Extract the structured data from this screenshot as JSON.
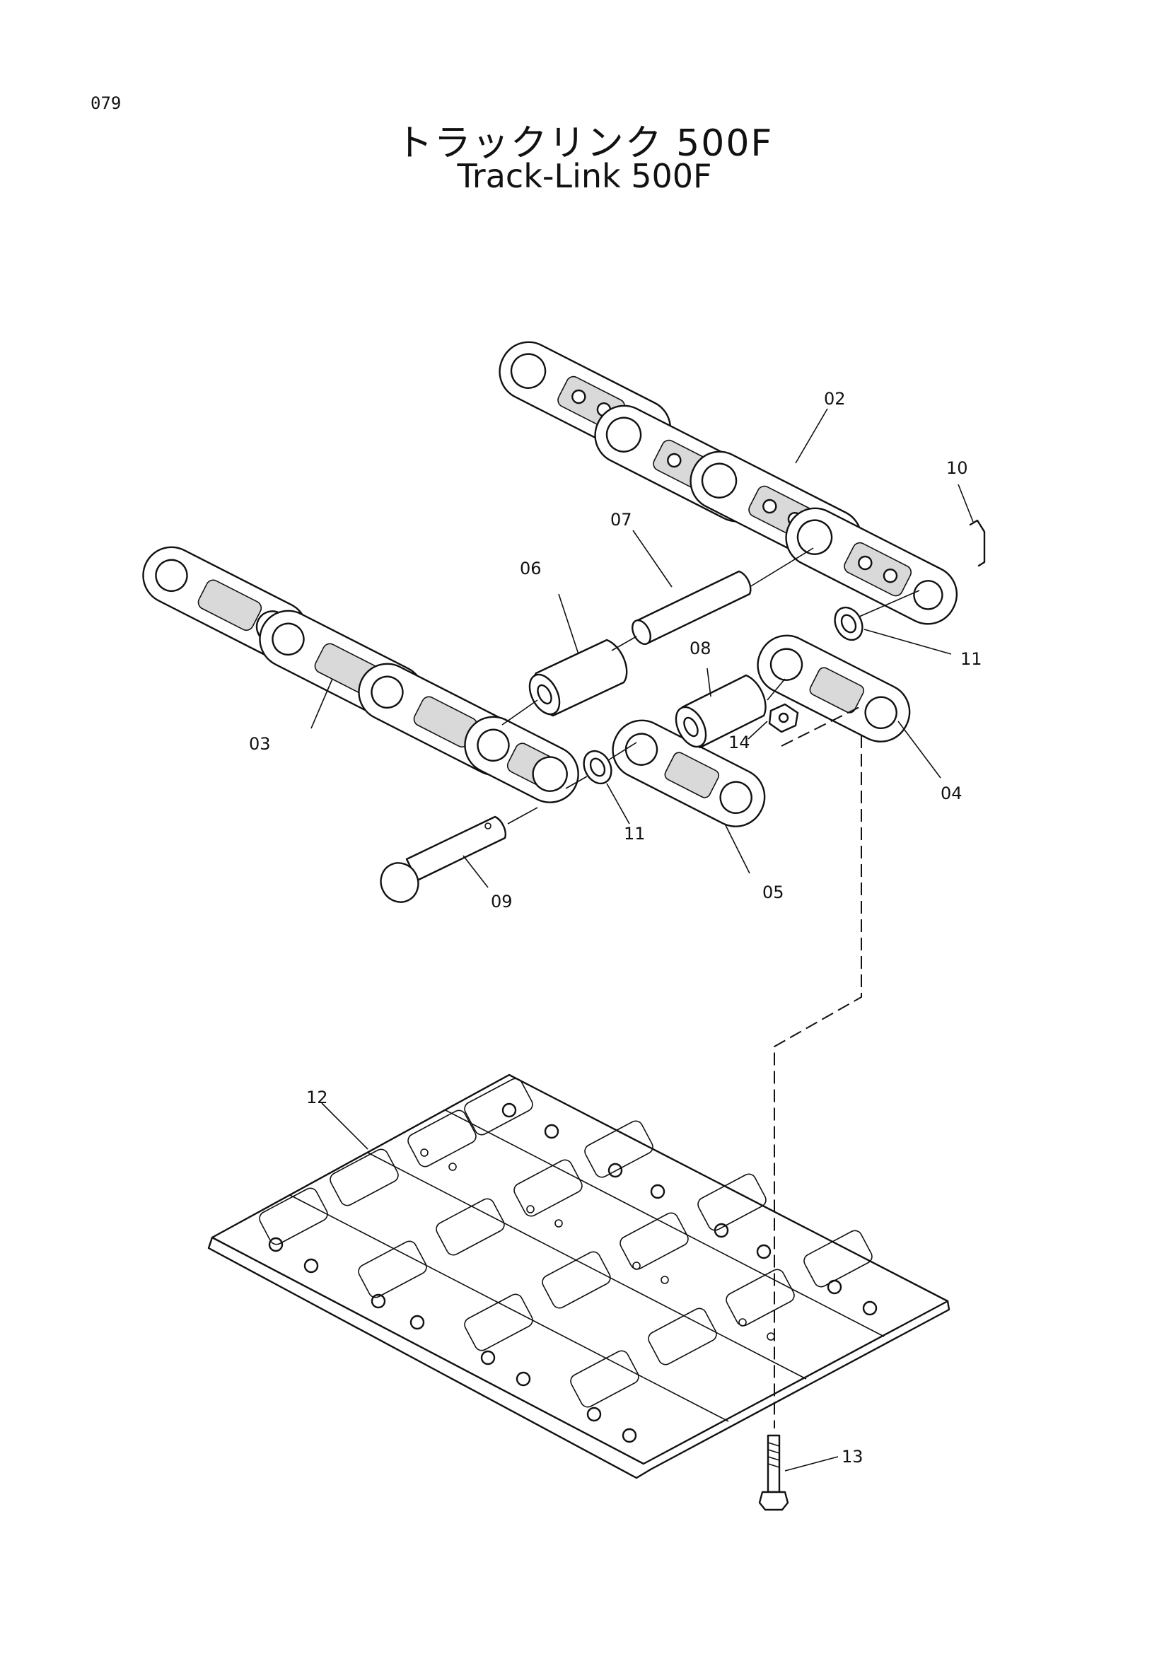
{
  "page_number": "079",
  "title_jp": "トラックリンク 500F",
  "title_en": "Track-Link 500F",
  "callouts": {
    "c02": "02",
    "c03": "03",
    "c04": "04",
    "c05": "05",
    "c06": "06",
    "c07": "07",
    "c08": "08",
    "c09": "09",
    "c10": "10",
    "c11a": "11",
    "c11b": "11",
    "c12": "12",
    "c13": "13",
    "c14": "14"
  }
}
